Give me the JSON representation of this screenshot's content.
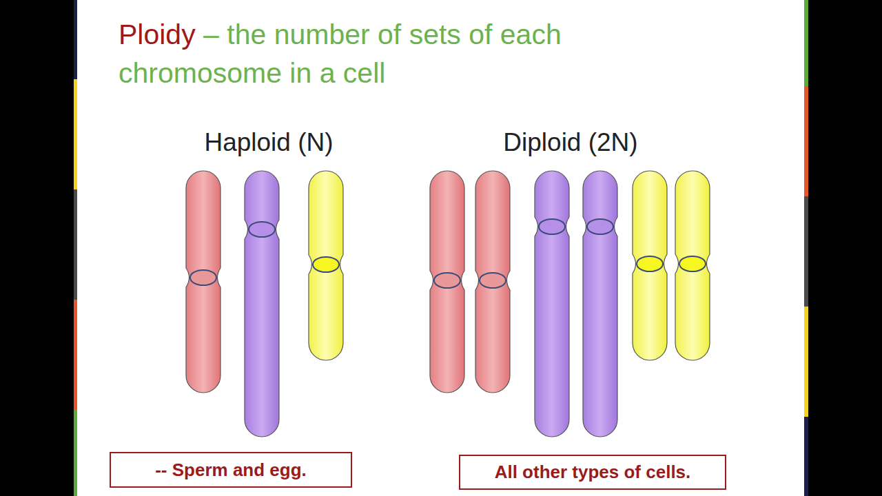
{
  "diagram": {
    "title": "Ploidy",
    "nodes": [
      {
        "text": [
          "-- Sperm and egg."
        ]
      },
      {
        "text": [
          "All other types of cells."
        ]
      }
    ],
    "labels": [
      "– the number of sets of each chromosome in a cell",
      "Haploid (N)",
      "Diploid (2N)"
    ]
  }
}
